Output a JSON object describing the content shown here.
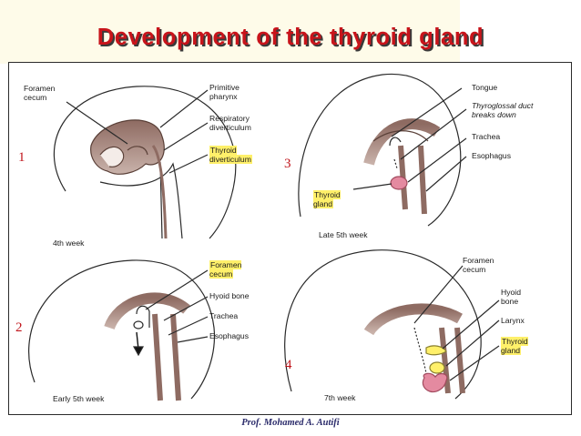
{
  "title": "Development of the thyroid gland",
  "footer": "Prof. Mohamed A. Autifi",
  "colors": {
    "title": "#c8141b",
    "highlight": "#fff06a",
    "numbers": "#c0141a",
    "tissue": "#a27d73",
    "thyroid": "#e48aa0"
  },
  "panels": [
    {
      "number": "1",
      "week": "4th week",
      "labels": {
        "foramen_cecum": "Foramen\ncecum",
        "primitive_pharynx": "Primitive\npharynx",
        "respiratory_diverticulum": "Respiratory\ndiverticulum",
        "thyroid_diverticulum": "Thyroid\ndiverticulum"
      }
    },
    {
      "number": "2",
      "week": "Early 5th week",
      "labels": {
        "foramen_cecum": "Foramen\ncecum",
        "hyoid_bone": "Hyoid bone",
        "trachea": "Trachea",
        "esophagus": "Esophagus"
      }
    },
    {
      "number": "3",
      "week": "Late 5th week",
      "labels": {
        "tongue": "Tongue",
        "thyroglossal_duct": "Thyroglossal duct\nbreaks down",
        "trachea": "Trachea",
        "esophagus": "Esophagus",
        "thyroid_gland": "Thyroid\ngland"
      }
    },
    {
      "number": "4",
      "week": "7th week",
      "labels": {
        "foramen_cecum": "Foramen\ncecum",
        "hyoid_bone": "Hyoid\nbone",
        "larynx": "Larynx",
        "thyroid_gland": "Thyroid\ngland"
      }
    }
  ]
}
